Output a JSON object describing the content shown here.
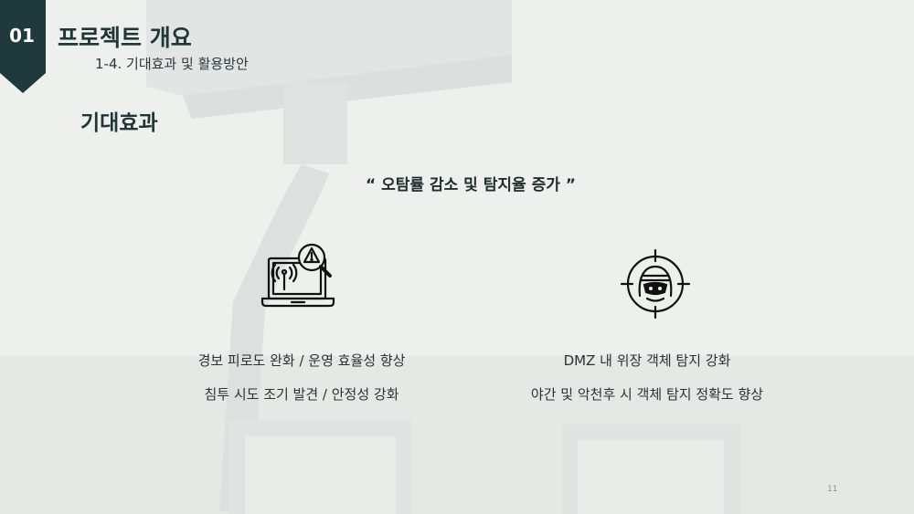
{
  "header": {
    "section_number": "01",
    "title": "프로젝트 개요",
    "subtitle": "1-4. 기대효과 및 활용방안"
  },
  "main": {
    "section_title": "기대효과",
    "quote": "“ 오탐률 감소 및 탐지율 증가 ”",
    "left": {
      "icon": "laptop-alert-search-icon",
      "lines": [
        "경보 피로도 완화 / 운영 효율성 향상",
        "침투 시도 조기 발견 / 안정성 강화"
      ]
    },
    "right": {
      "icon": "target-intruder-icon",
      "lines": [
        "DMZ 내 위장 객체 탐지 강화",
        "야간 및 악천후 시 객체 탐지 정확도 향상"
      ]
    }
  },
  "footer": {
    "page_number": "11"
  },
  "colors": {
    "accent": "#1f3a3d",
    "background": "#eef0ee",
    "text": "#1f2d2e"
  }
}
